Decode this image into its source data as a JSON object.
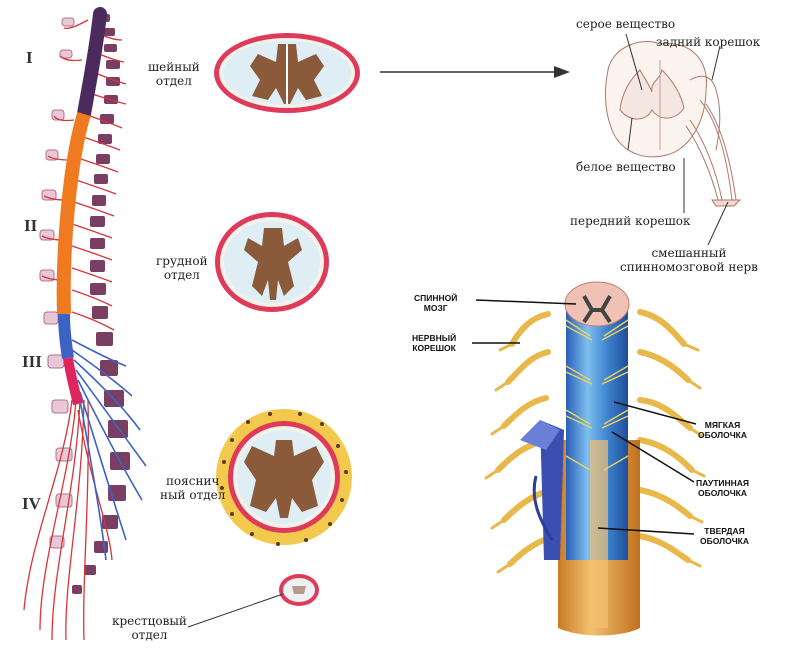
{
  "spine": {
    "regions": [
      "I",
      "II",
      "III",
      "IV"
    ],
    "colors": {
      "cervical": "#4b2a5e",
      "thoracic": "#f07a20",
      "lumbar": "#3b63c4",
      "sacral": "#e0245e",
      "vertebra": "#6b2a50",
      "nerve": "#d8343a"
    }
  },
  "sections": [
    {
      "id": "cervical",
      "label_lines": [
        "шейный",
        "отдел"
      ]
    },
    {
      "id": "thoracic",
      "label_lines": [
        "грудной",
        "отдел"
      ]
    },
    {
      "id": "lumbar",
      "label_lines": [
        "пояснич",
        "ный отдел"
      ]
    },
    {
      "id": "sacral",
      "label_lines": [
        "крестцовый",
        "отдел"
      ]
    }
  ],
  "cross_section": {
    "labels": {
      "gray_matter": "серое вещество",
      "dorsal_root": "задний корешок",
      "white_matter": "белое вещество",
      "ventral_root": "передний корешок",
      "mixed_nerve_line1": "смешанный",
      "mixed_nerve_line2": "спинномозговой нерв"
    }
  },
  "meninges": {
    "labels": {
      "spinal_cord": [
        "СПИННОЙ",
        "МОЗГ"
      ],
      "nerve_root": [
        "НЕРВНЫЙ",
        "КОРЕШОК"
      ],
      "pia": [
        "МЯГКАЯ",
        "ОБОЛОЧКА"
      ],
      "arachnoid": [
        "ПАУТИННАЯ",
        "ОБОЛОЧКА"
      ],
      "dura": [
        "ТВЕРДАЯ",
        "ОБОЛОЧКА"
      ]
    },
    "colors": {
      "dura": "#e7a64a",
      "pia": "#4a8fd4",
      "arachnoid": "#3a4fb0",
      "nerve": "#e8b84a"
    }
  }
}
